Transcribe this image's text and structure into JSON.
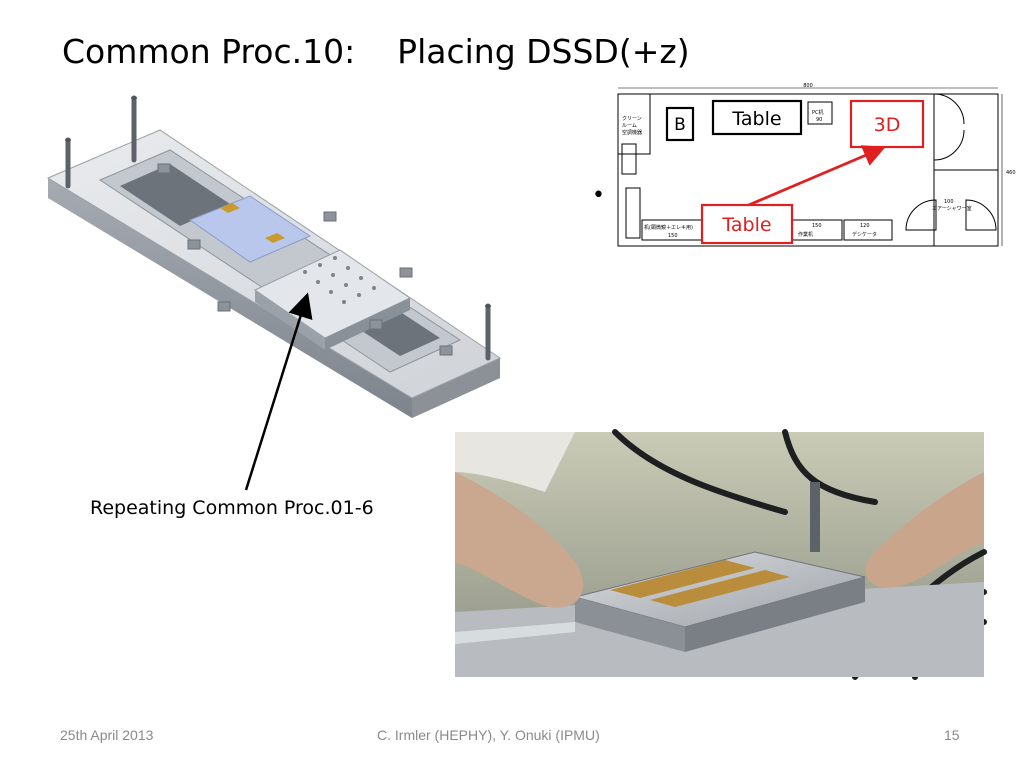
{
  "slide": {
    "title": "Common Proc.10:    Placing DSSD(+z)",
    "caption": "Repeating Common Proc.01-6",
    "bullet": "•"
  },
  "floorplan": {
    "label_b": "B",
    "label_table_top": "Table",
    "label_3d": "3D",
    "label_table_bottom": "Table",
    "dim_top": "800",
    "dim_right": "460",
    "room_label_1": "クリーン",
    "room_label_2": "ルーム",
    "room_label_3": "空調機器",
    "pc_label": "PC机",
    "pc_dim": "90",
    "air_shower": "エアーシャワー室",
    "air_dim": "100",
    "desk_label": "作業机",
    "desk_dim": "150",
    "desiccator": "デシケータ",
    "desiccator_dim": "120",
    "bottom_left_label": "机(顕微鏡＋エレキ用)",
    "bottom_left_dim": "150"
  },
  "footer": {
    "date": "25th April 2013",
    "authors": "C. Irmler (HEPHY), Y. Onuki (IPMU)",
    "page": "15"
  },
  "colors": {
    "highlight_red": "#e02020",
    "footer_gray": "#8a8a8a"
  }
}
